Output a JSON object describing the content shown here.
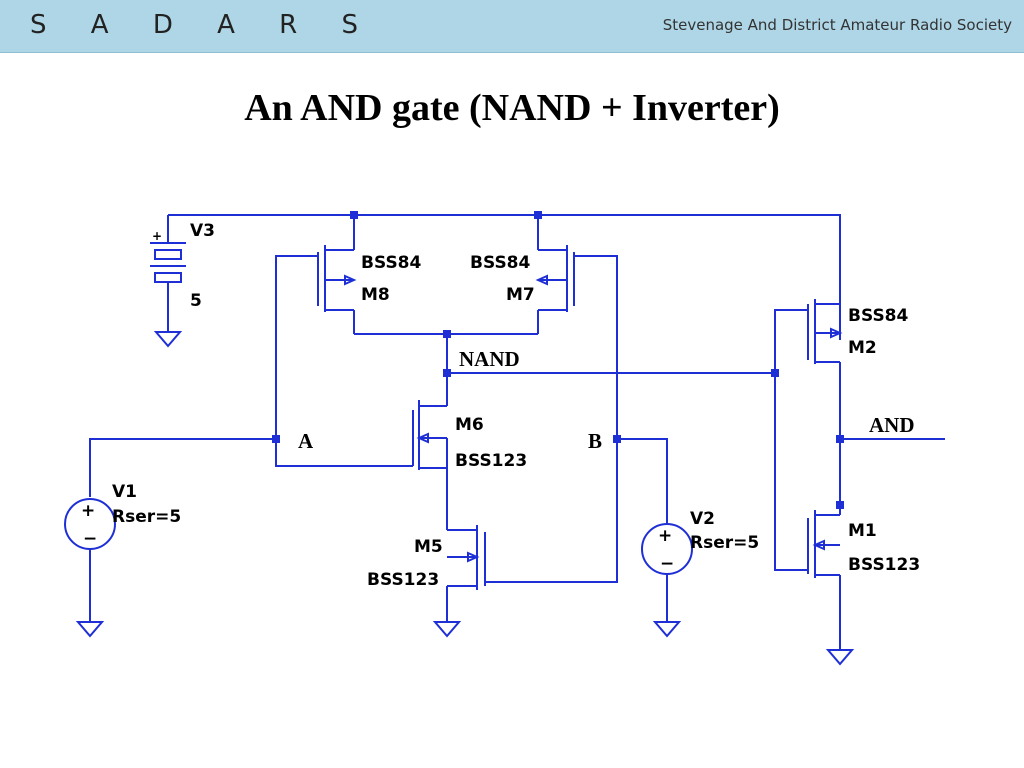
{
  "header": {
    "brand": "S A D A R S",
    "society": "Stevenage And District Amateur Radio Society"
  },
  "slide": {
    "title": "An AND gate (NAND + Inverter)"
  },
  "colors": {
    "wire": "#1f2fd6",
    "header_background": "#aed6e6"
  },
  "components": {
    "v3": {
      "name": "V3",
      "value": "5",
      "plus": "+"
    },
    "v1": {
      "name": "V1",
      "value": "Rser=5",
      "plus": "+",
      "minus": "−"
    },
    "v2": {
      "name": "V2",
      "value": "Rser=5",
      "plus": "+",
      "minus": "−"
    },
    "m8": {
      "name": "M8",
      "model": "BSS84"
    },
    "m7": {
      "name": "M7",
      "model": "BSS84"
    },
    "m6": {
      "name": "M6",
      "model": "BSS123"
    },
    "m5": {
      "name": "M5",
      "model": "BSS123"
    },
    "m2": {
      "name": "M2",
      "model": "BSS84"
    },
    "m1": {
      "name": "M1",
      "model": "BSS123"
    }
  },
  "nets": {
    "a": "A",
    "b": "B",
    "nand": "NAND",
    "and": "AND"
  }
}
